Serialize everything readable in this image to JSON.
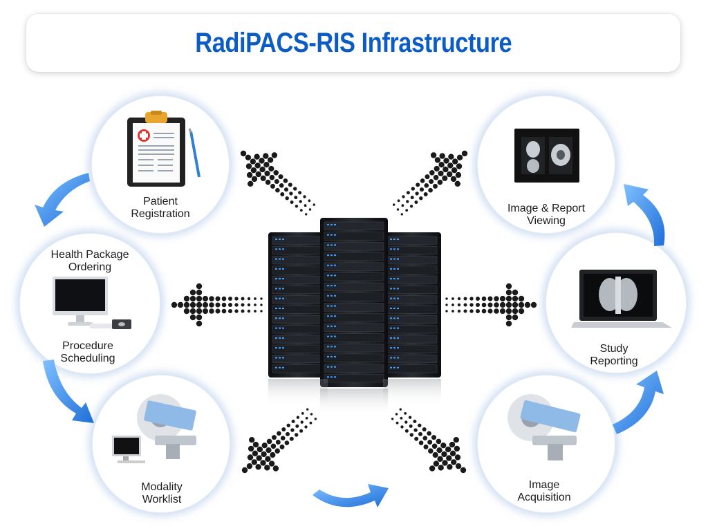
{
  "title": "RadiPACS-RIS Infrastructure",
  "nodes": {
    "patient_registration": "Patient Registration",
    "health_package_ordering": "Health Package Ordering",
    "procedure_scheduling": "Procedure Scheduling",
    "modality_worklist": "Modality Worklist",
    "image_report_viewing": "Image & Report Viewing",
    "study_reporting": "Study Reporting",
    "image_acquisition": "Image Acquisition"
  },
  "colors": {
    "title": "#0b5cc4",
    "cycle_arrow": "#2f86e8",
    "server": "#1a1c20",
    "led_blue": "#3fa0ff",
    "dots": "#1a1a1a"
  },
  "icons": {
    "patient_registration": "clipboard-icon",
    "health_package_ordering": "desktop-computer-icon",
    "modality_worklist": "ct-scanner-icon",
    "image_report_viewing": "xray-monitor-icon",
    "study_reporting": "laptop-xray-icon",
    "image_acquisition": "ct-scanner-icon",
    "center": "server-rack-icon"
  }
}
